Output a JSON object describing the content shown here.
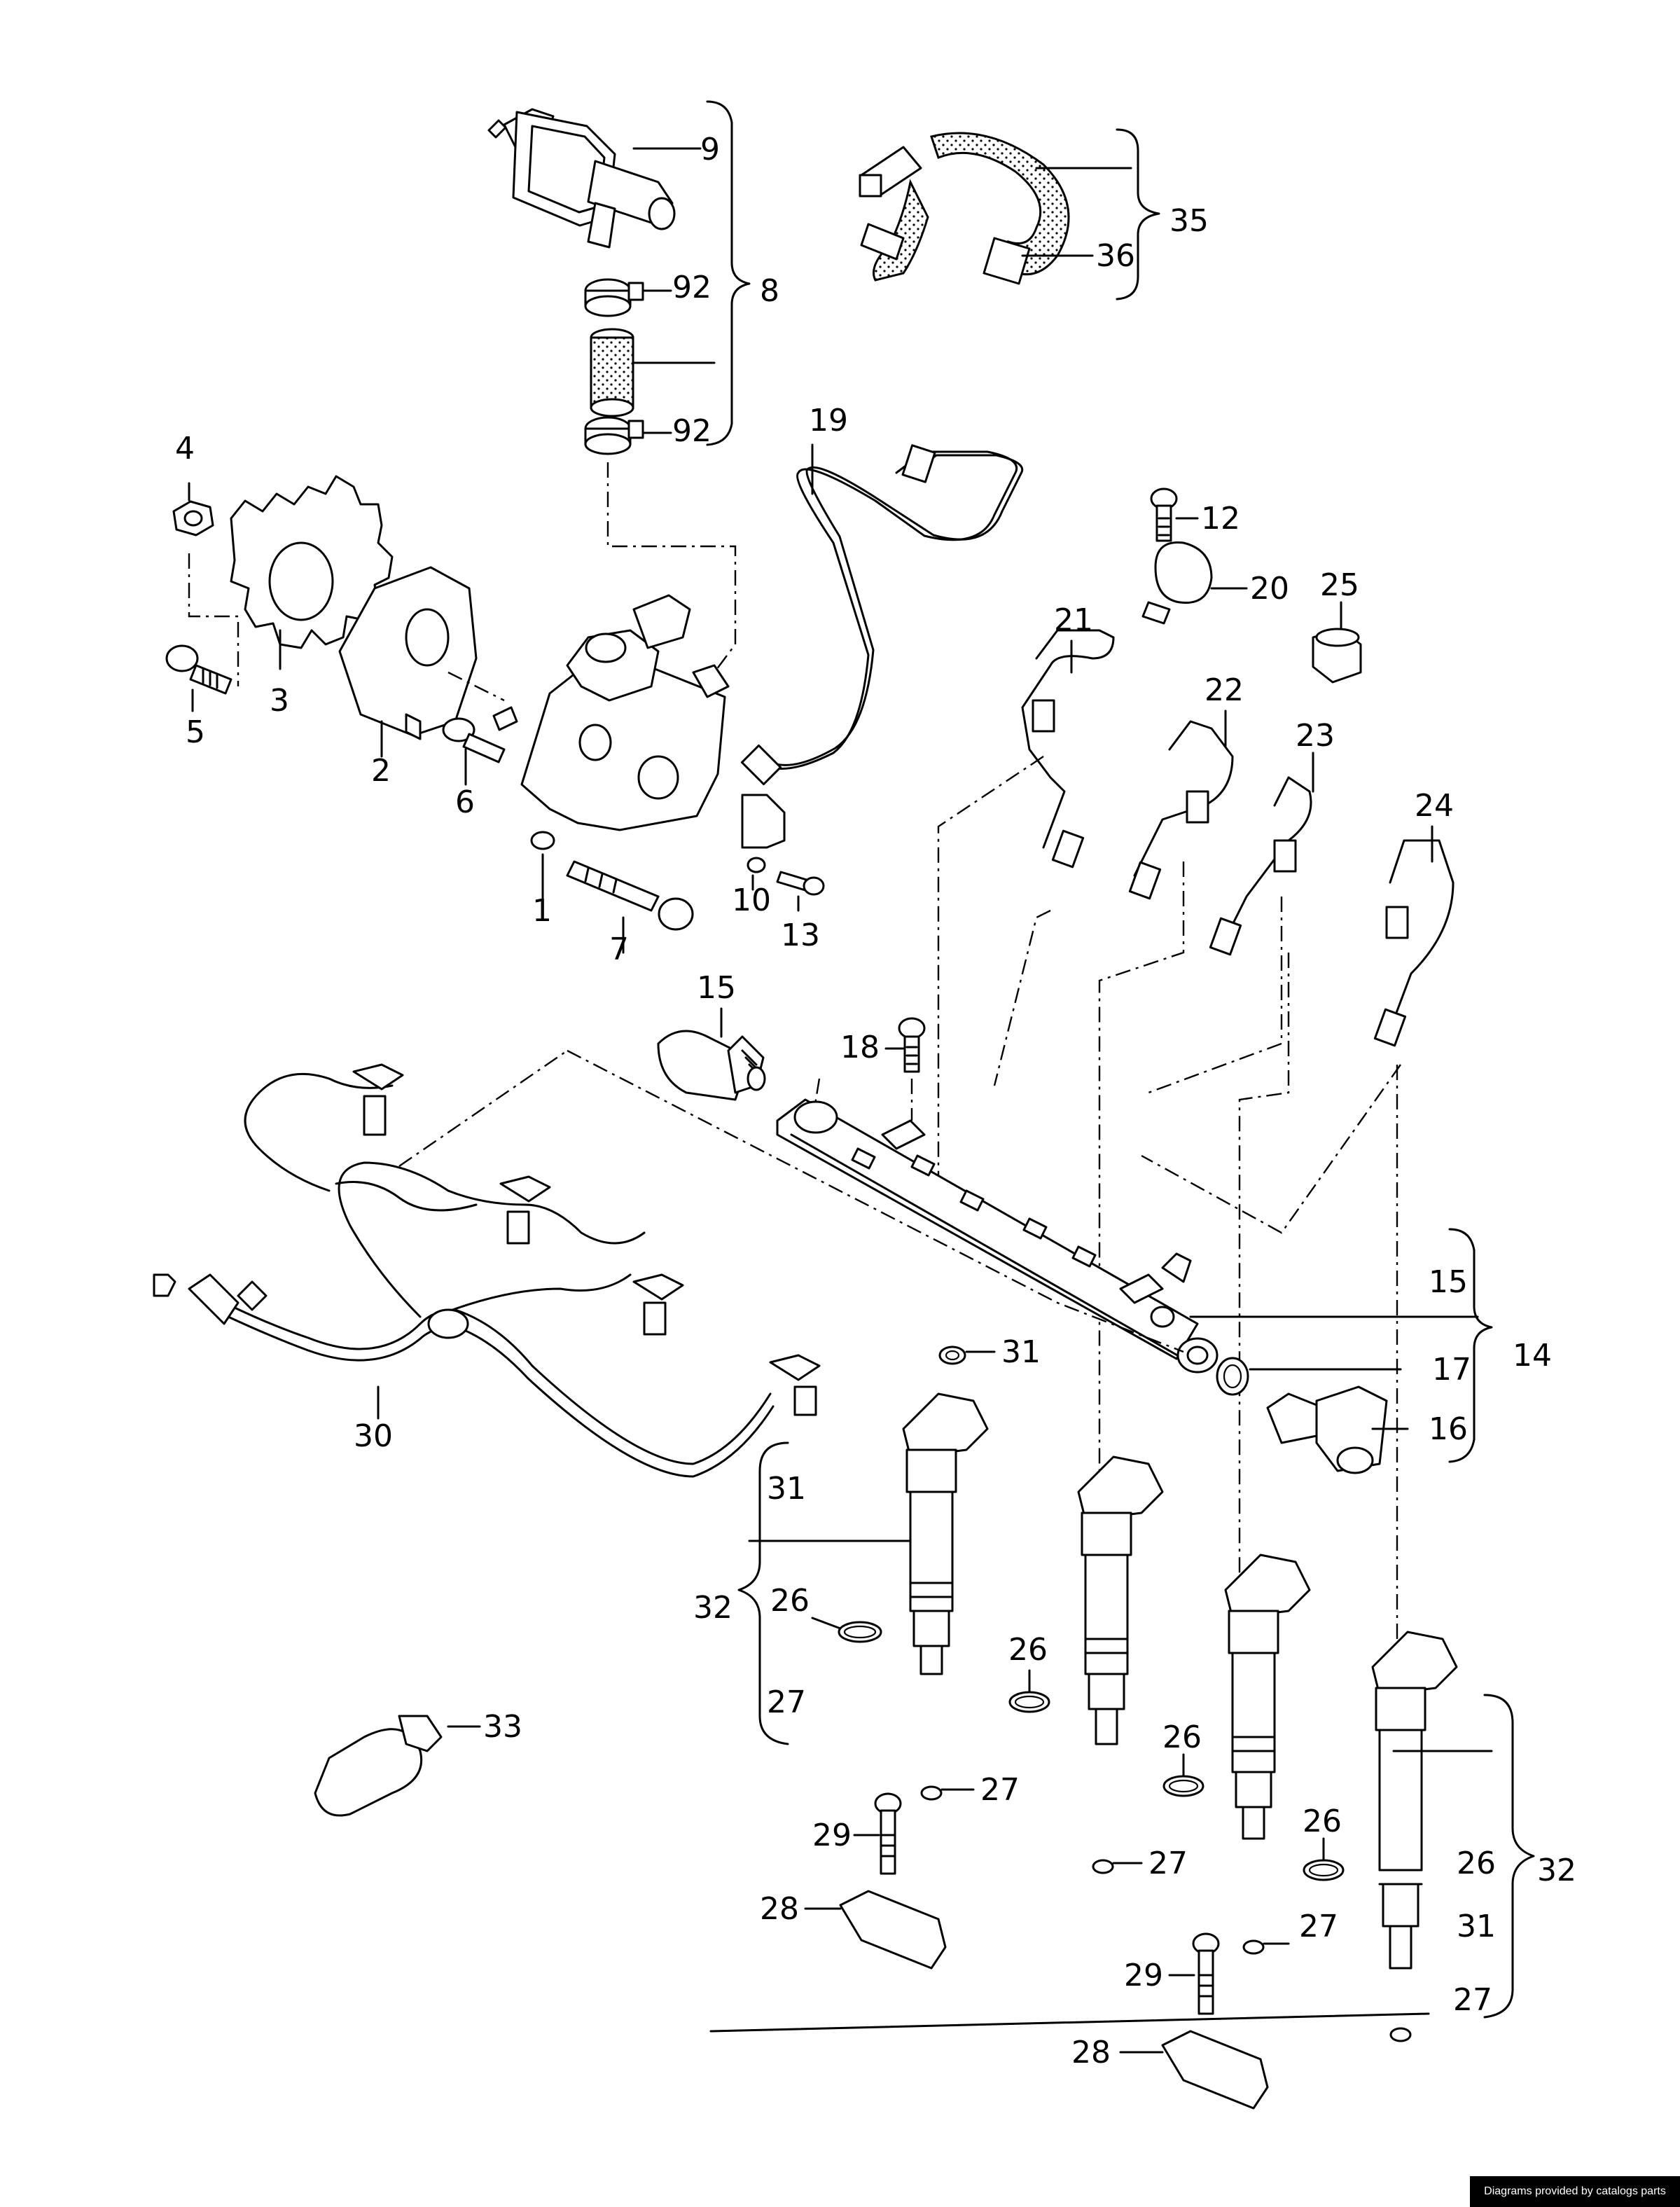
{
  "callouts": [
    {
      "id": "c9",
      "text": "9"
    },
    {
      "id": "c8",
      "text": "8"
    },
    {
      "id": "c92a",
      "text": "92"
    },
    {
      "id": "c92b",
      "text": "92"
    },
    {
      "id": "c35",
      "text": "35"
    },
    {
      "id": "c36",
      "text": "36"
    },
    {
      "id": "c4",
      "text": "4"
    },
    {
      "id": "c3",
      "text": "3"
    },
    {
      "id": "c5",
      "text": "5"
    },
    {
      "id": "c2",
      "text": "2"
    },
    {
      "id": "c6",
      "text": "6"
    },
    {
      "id": "c1",
      "text": "1"
    },
    {
      "id": "c7",
      "text": "7"
    },
    {
      "id": "c10",
      "text": "10"
    },
    {
      "id": "c13",
      "text": "13"
    },
    {
      "id": "c19",
      "text": "19"
    },
    {
      "id": "c12",
      "text": "12"
    },
    {
      "id": "c20",
      "text": "20"
    },
    {
      "id": "c25",
      "text": "25"
    },
    {
      "id": "c21",
      "text": "21"
    },
    {
      "id": "c22",
      "text": "22"
    },
    {
      "id": "c23",
      "text": "23"
    },
    {
      "id": "c24",
      "text": "24"
    },
    {
      "id": "c15a",
      "text": "15"
    },
    {
      "id": "c18",
      "text": "18"
    },
    {
      "id": "c15b",
      "text": "15"
    },
    {
      "id": "c14",
      "text": "14"
    },
    {
      "id": "c17",
      "text": "17"
    },
    {
      "id": "c16",
      "text": "16"
    },
    {
      "id": "c31a",
      "text": "31"
    },
    {
      "id": "c30",
      "text": "30"
    },
    {
      "id": "c31b",
      "text": "31"
    },
    {
      "id": "c32a",
      "text": "32"
    },
    {
      "id": "c26a",
      "text": "26"
    },
    {
      "id": "c27a",
      "text": "27"
    },
    {
      "id": "c26b",
      "text": "26"
    },
    {
      "id": "c27b",
      "text": "27"
    },
    {
      "id": "c33",
      "text": "33"
    },
    {
      "id": "c26c",
      "text": "26"
    },
    {
      "id": "c27c",
      "text": "27"
    },
    {
      "id": "c29a",
      "text": "29"
    },
    {
      "id": "c28a",
      "text": "28"
    },
    {
      "id": "c27d",
      "text": "27"
    },
    {
      "id": "c26d",
      "text": "26"
    },
    {
      "id": "c26e",
      "text": "26"
    },
    {
      "id": "c32b",
      "text": "32"
    },
    {
      "id": "c31c",
      "text": "31"
    },
    {
      "id": "c27e",
      "text": "27"
    },
    {
      "id": "c27f",
      "text": "27"
    },
    {
      "id": "c29b",
      "text": "29"
    },
    {
      "id": "c28b",
      "text": "28"
    }
  ],
  "credit": "Diagrams provided by catalogs parts"
}
